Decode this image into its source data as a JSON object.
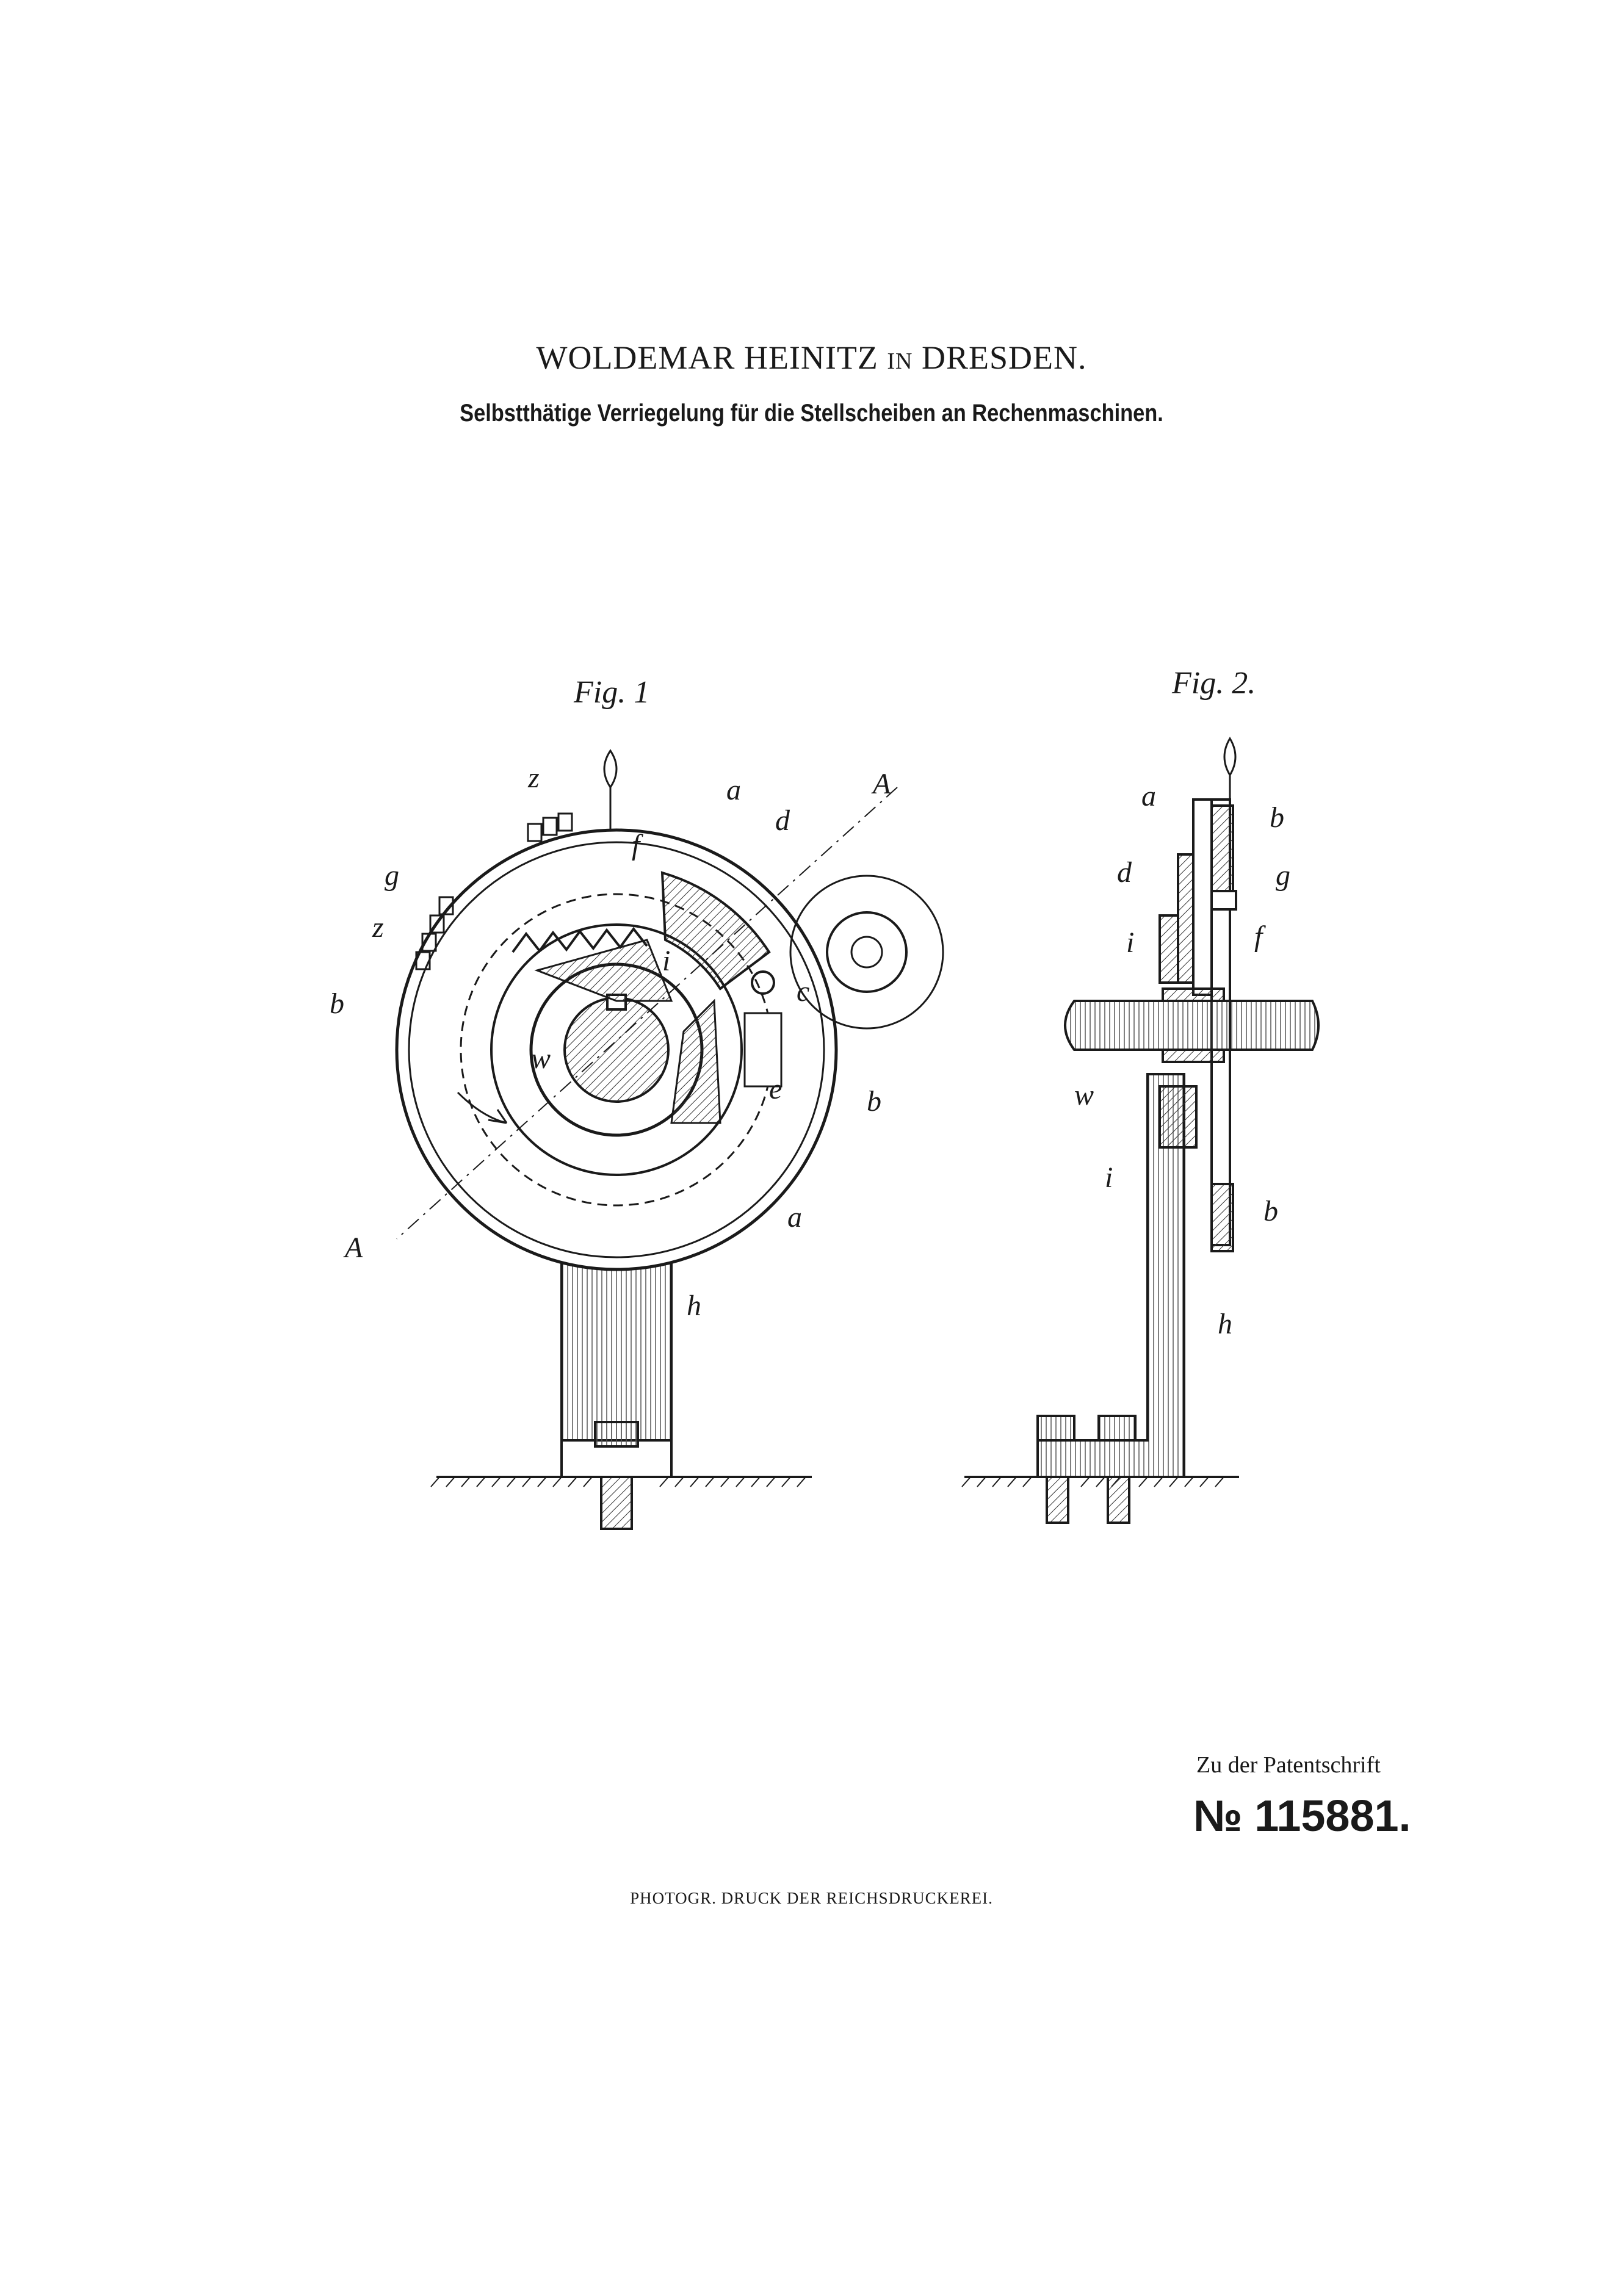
{
  "header": {
    "inventor_name": "WOLDEMAR HEINITZ",
    "inventor_in": "IN",
    "inventor_city": "DRESDEN.",
    "title": "Selbstthätige Verriegelung für die Stellscheiben an Rechenmaschinen."
  },
  "figures": {
    "fig1_label": "Fig. 1",
    "fig2_label": "Fig. 2."
  },
  "fig1_labels": {
    "a_top": "a",
    "d": "d",
    "A_top": "A",
    "z_top": "z",
    "g": "g",
    "f": "f",
    "z_left": "z",
    "i": "i",
    "c": "c",
    "b_left": "b",
    "w": "w",
    "e": "e",
    "b_right": "b",
    "A_bottom": "A",
    "a_bottom": "a",
    "h": "h"
  },
  "fig2_labels": {
    "a": "a",
    "b_top": "b",
    "d": "d",
    "g": "g",
    "i_top": "i",
    "f": "f",
    "w": "w",
    "i_bottom": "i",
    "b_bottom": "b",
    "h": "h"
  },
  "footer": {
    "zu_der": "Zu der Patentschrift",
    "patent_number": "№ 115881.",
    "printer": "PHOTOGR. DRUCK DER REICHSDRUCKEREI."
  }
}
